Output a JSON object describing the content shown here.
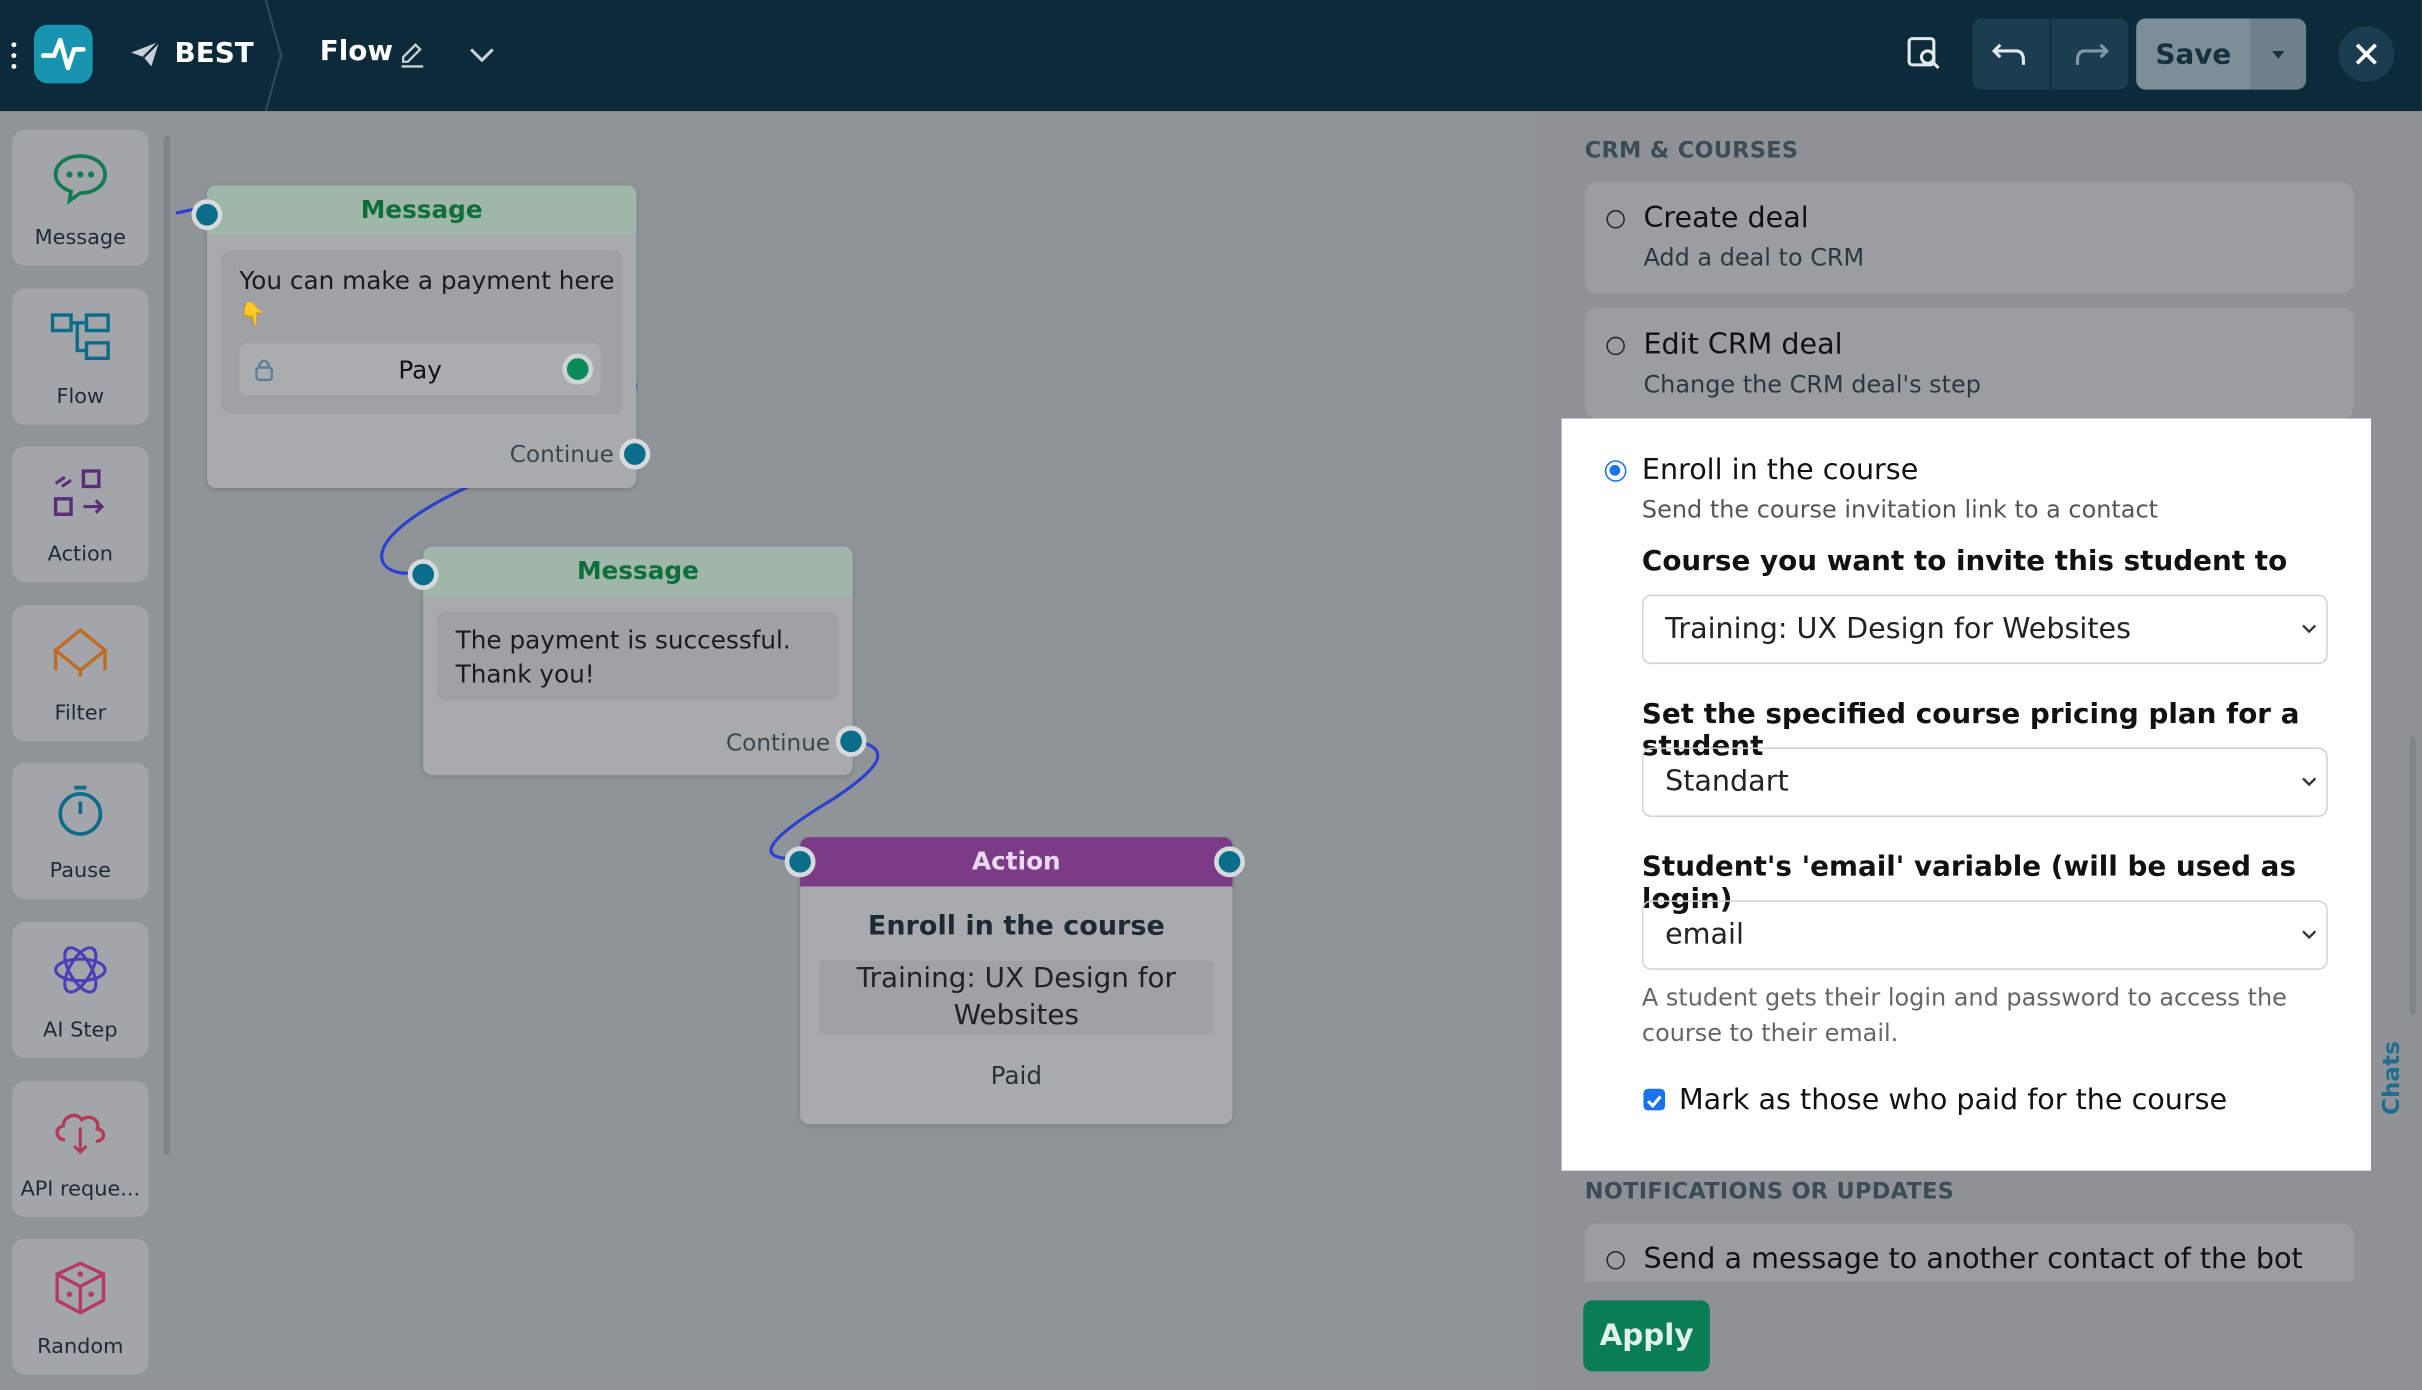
{
  "topbar": {
    "project": "BEST",
    "flow_title": "Flow",
    "save_label": "Save"
  },
  "tools": [
    {
      "label": "Message",
      "icon": "message-bubble-icon"
    },
    {
      "label": "Flow",
      "icon": "flow-icon"
    },
    {
      "label": "Action",
      "icon": "action-icon"
    },
    {
      "label": "Filter",
      "icon": "filter-icon"
    },
    {
      "label": "Pause",
      "icon": "stopwatch-icon"
    },
    {
      "label": "AI Step",
      "icon": "ai-icon"
    },
    {
      "label": "API reque...",
      "icon": "api-cloud-icon"
    },
    {
      "label": "Random",
      "icon": "dice-icon"
    }
  ],
  "canvas": {
    "node1": {
      "header": "Message",
      "text": "You can make a payment here",
      "emoji": "👇",
      "button_label": "Pay",
      "continue": "Continue"
    },
    "node2": {
      "header": "Message",
      "text_line1": "The payment is successful.",
      "text_line2": "Thank you!",
      "continue": "Continue"
    },
    "node3": {
      "header": "Action",
      "title": "Enroll in the course",
      "course_line1": "Training: UX Design for",
      "course_line2": "Websites",
      "status": "Paid"
    }
  },
  "panel": {
    "section_crm": "CRM & COURSES",
    "options": [
      {
        "title": "Create deal",
        "subtitle": "Add a deal to CRM"
      },
      {
        "title": "Edit CRM deal",
        "subtitle": "Change the CRM deal's step"
      }
    ],
    "enroll": {
      "title": "Enroll in the course",
      "subtitle": "Send the course invitation link to a contact",
      "course_label": "Course you want to invite this student to",
      "course_value": "Training: UX Design for Websites",
      "plan_label": "Set the specified course pricing plan for a student",
      "plan_value": "Standart",
      "email_label": "Student's 'email' variable (will be used as login)",
      "email_value": "email",
      "hint_line1": "A student gets their login and password to access the",
      "hint_line2": "course to their email.",
      "paid_checkbox": "Mark as those who paid for the course"
    },
    "section_notifications": "NOTIFICATIONS OR UPDATES",
    "notify_option": "Send a message to another contact of the bot",
    "apply_label": "Apply"
  },
  "chats_tab": "Chats",
  "colors": {
    "topbar": "#0c2a3a",
    "accent_green": "#0b7d55",
    "radio_selected": "#1a73e8",
    "action_header": "#7b3b86",
    "port": "#0a6e8a"
  }
}
